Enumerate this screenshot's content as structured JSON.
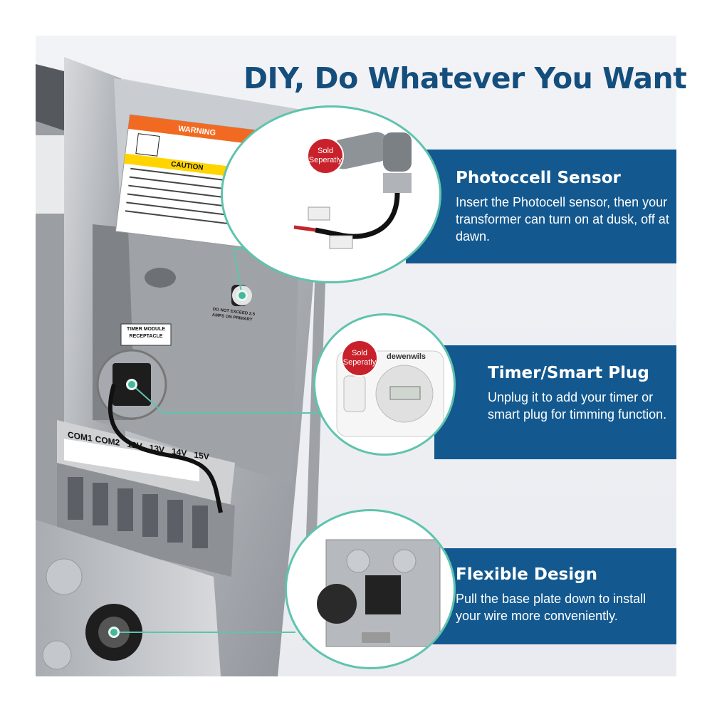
{
  "title": "DIY, Do Whatever You Want",
  "features": [
    {
      "heading": "Photoccell Sensor",
      "body": "Insert the Photocell sensor, then your transformer can turn on at dusk, off at dawn."
    },
    {
      "heading": "Timer/Smart Plug",
      "body": "Unplug it to add your timer or smart plug for timming function."
    },
    {
      "heading": "Flexible Design",
      "body": "Pull the base plate down to install your wire more conveniently."
    }
  ],
  "badge": "Sold Seperatly",
  "brand": "dewenwils",
  "device_labels": {
    "warning": "WARNING",
    "caution": "CAUTION",
    "timer_receptacle": "TIMER MODULE RECEPTACLE",
    "do_not_exceed": "DO NOT EXCEED 2.5 AMPS ON PRIMARY",
    "terminals": [
      "COM1",
      "COM2",
      "12V",
      "13V",
      "14V",
      "15V"
    ]
  },
  "colors": {
    "accent": "#135990",
    "title": "#144e7d",
    "connector": "#5fc3ad",
    "badge": "#c9212b"
  }
}
